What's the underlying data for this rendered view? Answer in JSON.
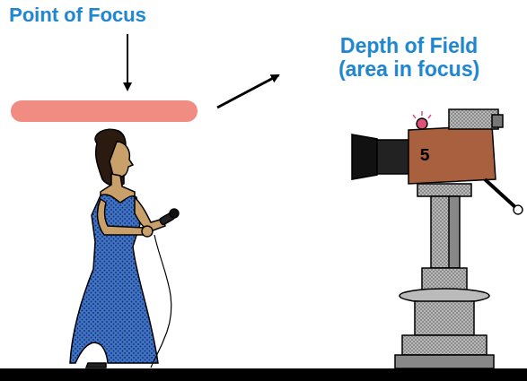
{
  "diagram": {
    "labels": [
      "Point of Focus",
      "Depth of Field (area in focus)",
      "5"
    ]
  }
}
